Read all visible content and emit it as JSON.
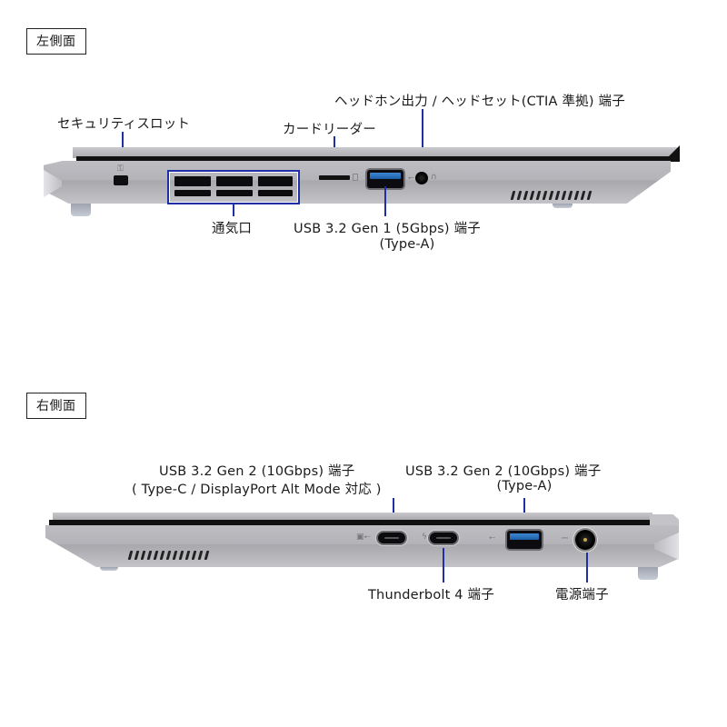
{
  "sections": {
    "left": {
      "title": "左側面",
      "labels": {
        "security_slot": "セキュリティスロット",
        "card_reader": "カードリーダー",
        "headphone_line1": "ヘッドホン出力 / ヘッドセット(CTIA 準拠) 端子",
        "vent": "通気口",
        "usb_a_line1": "USB 3.2 Gen 1 (5Gbps) 端子",
        "usb_a_line2": "(Type-A)"
      }
    },
    "right": {
      "title": "右側面",
      "labels": {
        "usb_c_line1": "USB 3.2 Gen 2 (10Gbps) 端子",
        "usb_c_line2": "( Type-C / DisplayPort Alt Mode 対応 )",
        "usb_a_line1": "USB 3.2 Gen 2 (10Gbps) 端子",
        "usb_a_line2": "(Type-A)",
        "thunderbolt": "Thunderbolt 4 端子",
        "power": "電源端子"
      }
    }
  },
  "icons": {
    "lock": "⚿",
    "usb": "⭠",
    "headset": "∩",
    "thunderbolt": "ϟ",
    "dc": "⎓"
  },
  "colors": {
    "leader_line": "#1f2fa8",
    "usb_blue": "#3d87d4",
    "chassis": "#b8b8bd"
  }
}
